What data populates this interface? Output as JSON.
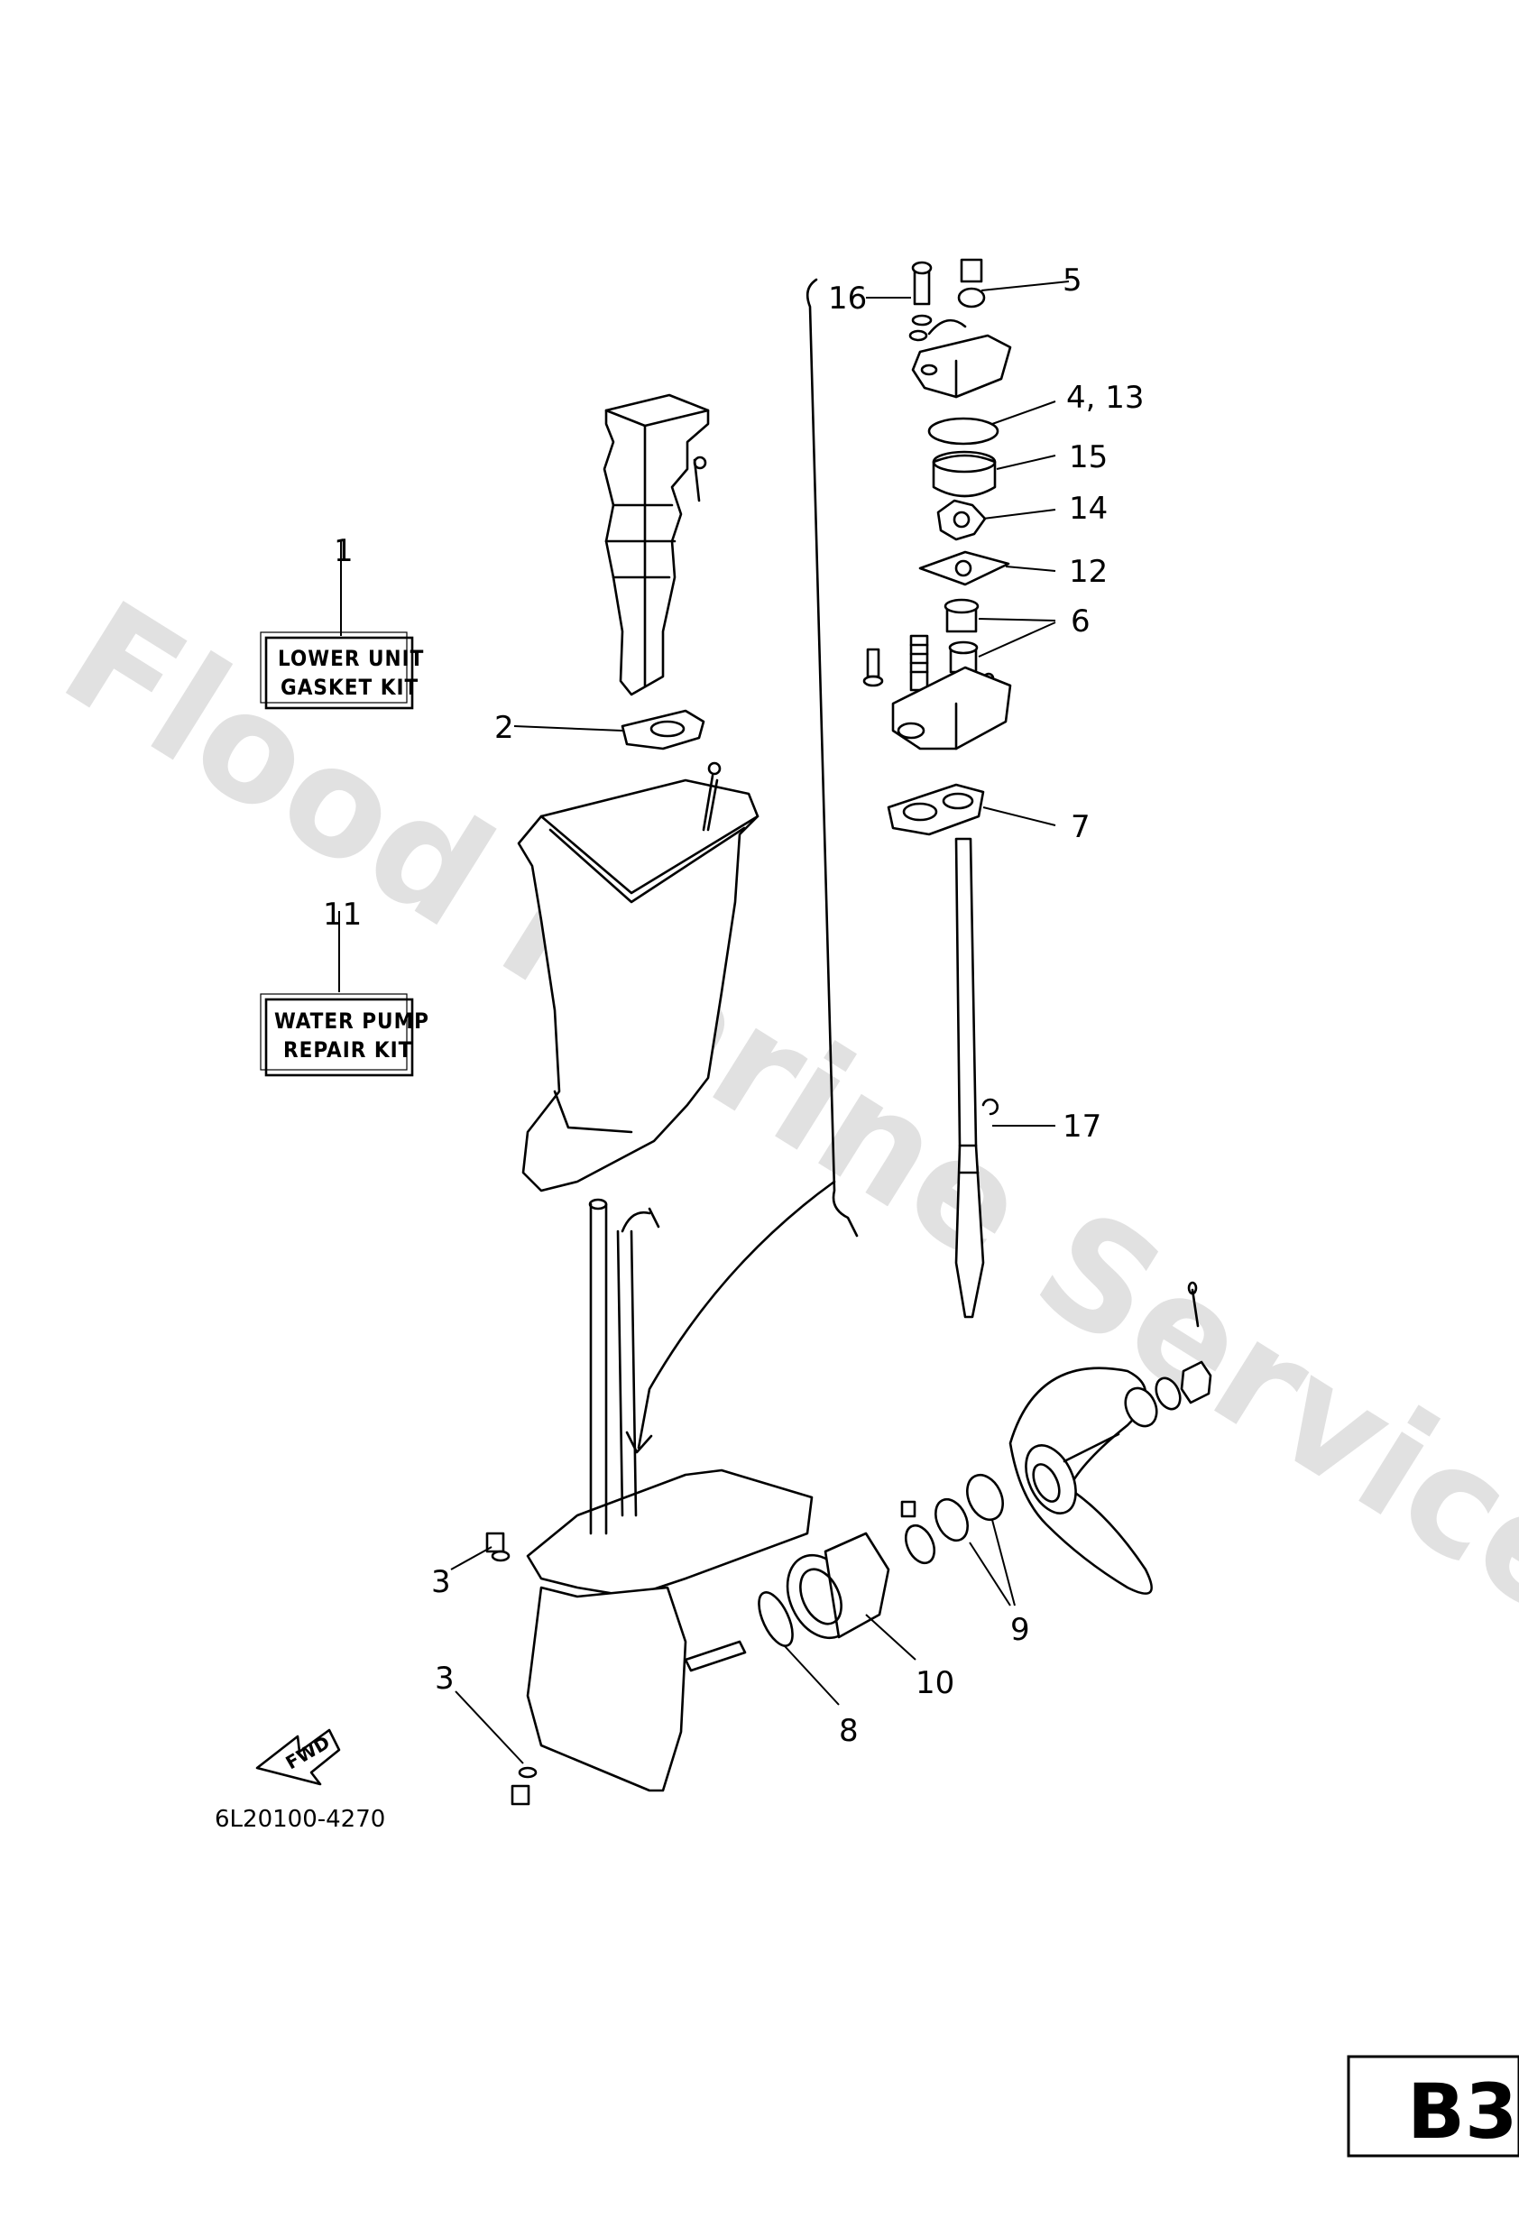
{
  "watermark": "Flood Marine Services",
  "kits": [
    {
      "number": "1",
      "line1": "LOWER UNIT",
      "line2": "GASKET KIT"
    },
    {
      "number": "11",
      "line1": "WATER PUMP",
      "line2": "REPAIR KIT"
    }
  ],
  "callouts": {
    "c2": "2",
    "c3a": "3",
    "c3b": "3",
    "c4_13": "4, 13",
    "c5": "5",
    "c6": "6",
    "c7": "7",
    "c8": "8",
    "c9": "9",
    "c10": "10",
    "c12": "12",
    "c14": "14",
    "c15": "15",
    "c16": "16",
    "c17": "17"
  },
  "fwd_label": "FWD",
  "part_code": "6L20100-4270",
  "page_code": "B3"
}
